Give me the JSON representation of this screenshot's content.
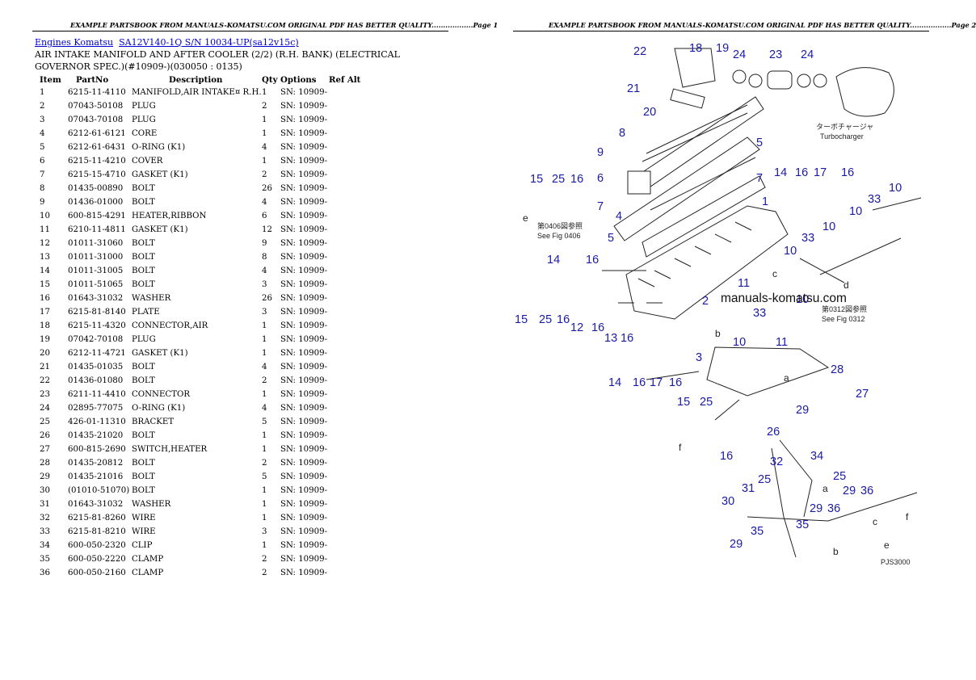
{
  "page1": {
    "header": "EXAMPLE PARTSBOOK FROM MANUALS-KOMATSU.COM ORIGINAL PDF HAS BETTER QUALITY..................Page 1",
    "breadcrumb": {
      "link1": "Engines Komatsu",
      "link2": "SA12V140-1Q S/N 10034-UP(sa12v15c)"
    },
    "title": "AIR INTAKE MANIFOLD AND AFTER COOLER (2/2) (R.H. BANK) (ELECTRICAL GOVERNOR SPEC.)(#10909-)(030050 : 0135)",
    "columns": [
      "Item",
      "PartNo",
      "Description",
      "Qty",
      "Options",
      "Ref Alt"
    ],
    "rows": [
      [
        "1",
        "6215-11-4110",
        "MANIFOLD,AIR INTAKE¤ R.H.",
        "1",
        "SN: 10909-"
      ],
      [
        "2",
        "07043-50108",
        "PLUG",
        "2",
        "SN: 10909-"
      ],
      [
        "3",
        "07043-70108",
        "PLUG",
        "1",
        "SN: 10909-"
      ],
      [
        "4",
        "6212-61-6121",
        "CORE",
        "1",
        "SN: 10909-"
      ],
      [
        "5",
        "6212-61-6431",
        "O-RING (K1)",
        "4",
        "SN: 10909-"
      ],
      [
        "6",
        "6215-11-4210",
        "COVER",
        "1",
        "SN: 10909-"
      ],
      [
        "7",
        "6215-15-4710",
        "GASKET (K1)",
        "2",
        "SN: 10909-"
      ],
      [
        "8",
        "01435-00890",
        "BOLT",
        "26",
        "SN: 10909-"
      ],
      [
        "9",
        "01436-01000",
        "BOLT",
        "4",
        "SN: 10909-"
      ],
      [
        "10",
        "600-815-4291",
        "HEATER,RIBBON",
        "6",
        "SN: 10909-"
      ],
      [
        "11",
        "6210-11-4811",
        "GASKET (K1)",
        "12",
        "SN: 10909-"
      ],
      [
        "12",
        "01011-31060",
        "BOLT",
        "9",
        "SN: 10909-"
      ],
      [
        "13",
        "01011-31000",
        "BOLT",
        "8",
        "SN: 10909-"
      ],
      [
        "14",
        "01011-31005",
        "BOLT",
        "4",
        "SN: 10909-"
      ],
      [
        "15",
        "01011-51065",
        "BOLT",
        "3",
        "SN: 10909-"
      ],
      [
        "16",
        "01643-31032",
        "WASHER",
        "26",
        "SN: 10909-"
      ],
      [
        "17",
        "6215-81-8140",
        "PLATE",
        "3",
        "SN: 10909-"
      ],
      [
        "18",
        "6215-11-4320",
        "CONNECTOR,AIR",
        "1",
        "SN: 10909-"
      ],
      [
        "19",
        "07042-70108",
        "PLUG",
        "1",
        "SN: 10909-"
      ],
      [
        "20",
        "6212-11-4721",
        "GASKET (K1)",
        "1",
        "SN: 10909-"
      ],
      [
        "21",
        "01435-01035",
        "BOLT",
        "4",
        "SN: 10909-"
      ],
      [
        "22",
        "01436-01080",
        "BOLT",
        "2",
        "SN: 10909-"
      ],
      [
        "23",
        "6211-11-4410",
        "CONNECTOR",
        "1",
        "SN: 10909-"
      ],
      [
        "24",
        "02895-77075",
        "O-RING (K1)",
        "4",
        "SN: 10909-"
      ],
      [
        "25",
        "426-01-11310",
        "BRACKET",
        "5",
        "SN: 10909-"
      ],
      [
        "26",
        "01435-21020",
        "BOLT",
        "1",
        "SN: 10909-"
      ],
      [
        "27",
        "600-815-2690",
        "SWITCH,HEATER",
        "1",
        "SN: 10909-"
      ],
      [
        "28",
        "01435-20812",
        "BOLT",
        "2",
        "SN: 10909-"
      ],
      [
        "29",
        "01435-21016",
        "BOLT",
        "5",
        "SN: 10909-"
      ],
      [
        "30",
        "(01010-51070)",
        "BOLT",
        "1",
        "SN: 10909-"
      ],
      [
        "31",
        "01643-31032",
        "WASHER",
        "1",
        "SN: 10909-"
      ],
      [
        "32",
        "6215-81-8260",
        "WIRE",
        "1",
        "SN: 10909-"
      ],
      [
        "33",
        "6215-81-8210",
        "WIRE",
        "3",
        "SN: 10909-"
      ],
      [
        "34",
        "600-050-2320",
        "CLIP",
        "1",
        "SN: 10909-"
      ],
      [
        "35",
        "600-050-2220",
        "CLAMP",
        "2",
        "SN: 10909-"
      ],
      [
        "36",
        "600-050-2160",
        "CLAMP",
        "2",
        "SN: 10909-"
      ]
    ]
  },
  "page2": {
    "header": "EXAMPLE PARTSBOOK FROM MANUALS-KOMATSU.COM ORIGINAL PDF HAS BETTER QUALITY..................Page 2",
    "diagram": {
      "watermark": "manuals-komatsu.com",
      "turbo_jp": "ターボチャージャ",
      "turbo_en": "Turbocharger",
      "ref1_jp": "第0406図参照",
      "ref1_en": "See Fig 0406",
      "ref2_jp": "第0312図参照",
      "ref2_en": "See Fig 0312",
      "fig_code": "PJS3000"
    }
  }
}
